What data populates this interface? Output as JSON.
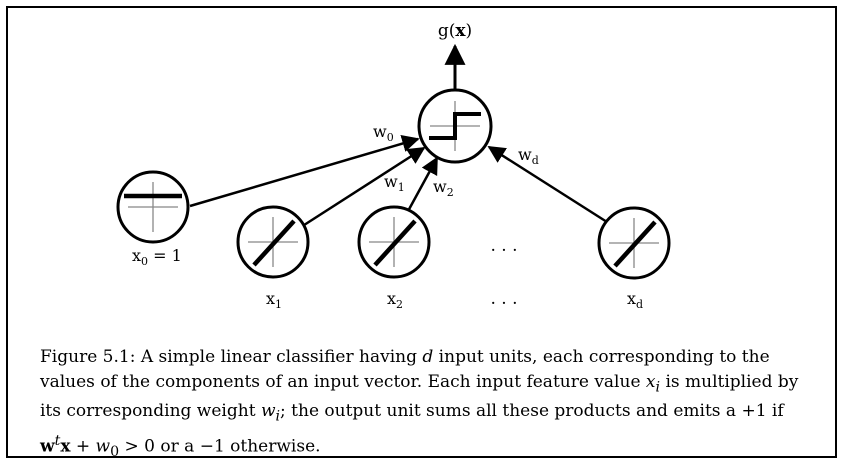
{
  "diagram": {
    "output_label": {
      "base": "g(",
      "bold": "x",
      "tail": ")"
    },
    "weights": {
      "w0": {
        "base": "w",
        "sub": "0"
      },
      "w1": {
        "base": "w",
        "sub": "1"
      },
      "w2": {
        "base": "w",
        "sub": "2"
      },
      "wd": {
        "base": "w",
        "sub": "d"
      }
    },
    "inputs": {
      "x0": {
        "base": "x",
        "sub": "0",
        "tail": " = 1"
      },
      "x1": {
        "base": "x",
        "sub": "1"
      },
      "x2": {
        "base": "x",
        "sub": "2"
      },
      "xd": {
        "base": "x",
        "sub": "d"
      }
    },
    "ellipsis": ". . ."
  },
  "caption": {
    "lead": "Figure 5.1: A simple linear classifier having ",
    "d": "d",
    "p1": " input units, each corresponding to the values of the components of an input vector. Each input feature value ",
    "xi": "x",
    "xi_sub": "i",
    "p2": " is multiplied by its corresponding weight ",
    "wi": "w",
    "wi_sub": "i",
    "p3": "; the output unit sums all these products and emits a +1 if ",
    "w_bold": "w",
    "t_sup": "t",
    "x_bold": "x",
    "p4": " + ",
    "w0": "w",
    "w0_sub": "0",
    "p5": " > 0 or a −1 otherwise."
  }
}
